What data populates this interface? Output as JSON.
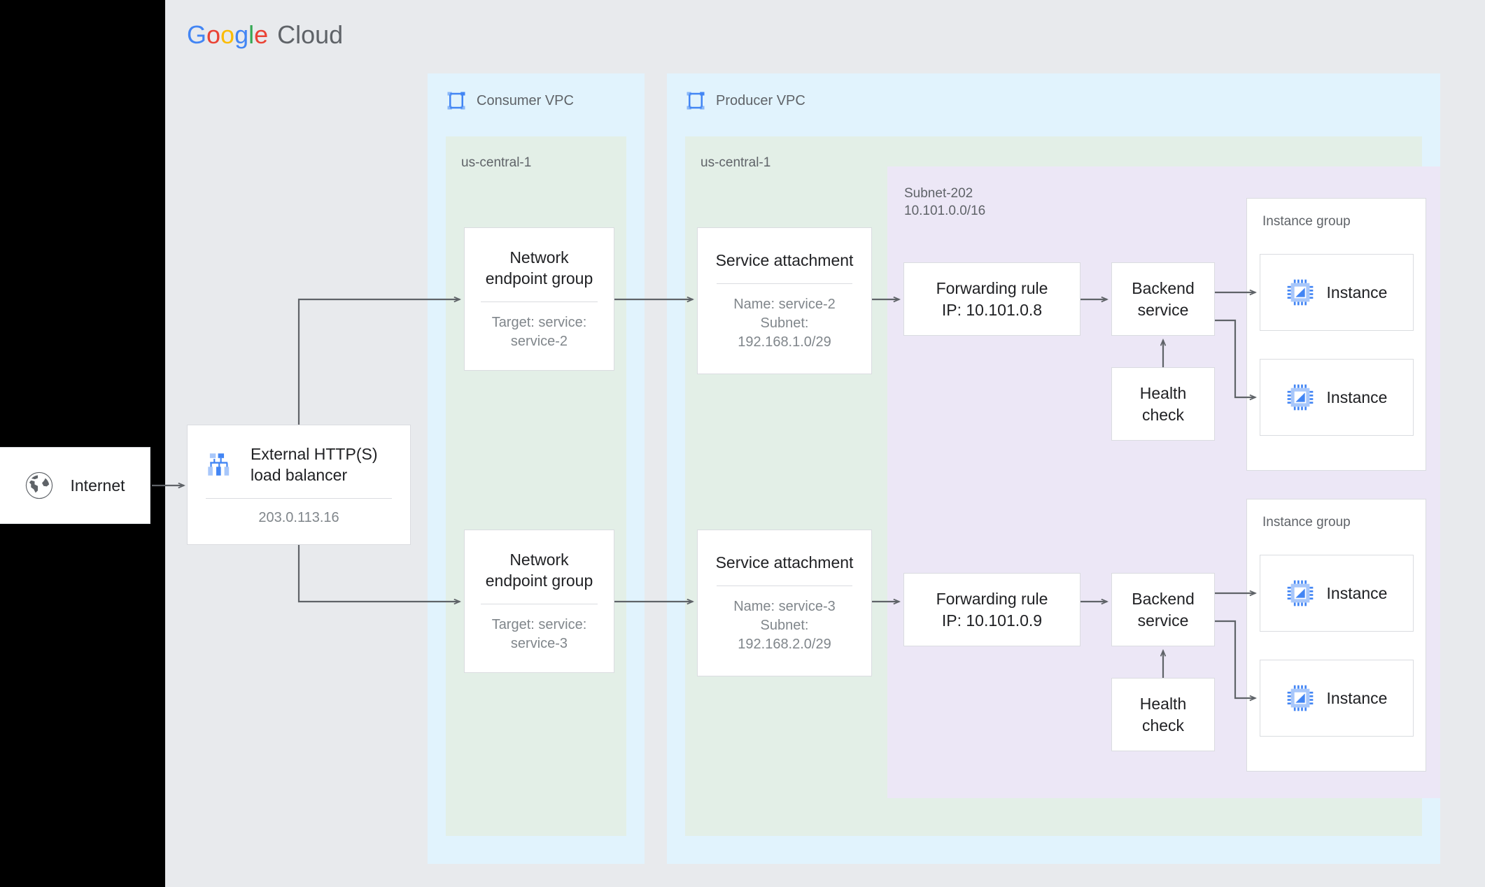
{
  "brand": {
    "logo_letters": [
      "G",
      "o",
      "o",
      "g",
      "l",
      "e"
    ],
    "logo_suffix": "Cloud",
    "colors": {
      "blue": "#4285f4",
      "red": "#ea4335",
      "yellow": "#fbbc05",
      "green": "#34a853",
      "gray_text": "#5f6368",
      "vpc_blue_bg": "#e1f3fd",
      "region_green_bg": "#e3efe7",
      "subnet_purple_bg": "#ece7f6",
      "canvas_bg": "#e8eaed",
      "icon_blue": "#4285f4",
      "arrow_gray": "#5f6368"
    }
  },
  "internet": {
    "label": "Internet",
    "icon": "globe-icon"
  },
  "load_balancer": {
    "title": "External HTTP(S) load balancer",
    "title_line1": "External HTTP(S)",
    "title_line2": "load balancer",
    "ip": "203.0.113.16",
    "icon": "load-balancer-icon"
  },
  "consumer_vpc": {
    "title": "Consumer VPC",
    "icon": "vpc-icon",
    "region": "us-central-1",
    "network_endpoint_groups": [
      {
        "title_line1": "Network",
        "title_line2": "endpoint group",
        "sub_line1": "Target: service:",
        "sub_line2": "service-2"
      },
      {
        "title_line1": "Network",
        "title_line2": "endpoint group",
        "sub_line1": "Target: service:",
        "sub_line2": "service-3"
      }
    ]
  },
  "producer_vpc": {
    "title": "Producer VPC",
    "icon": "vpc-icon",
    "region": "us-central-1",
    "service_attachments": [
      {
        "title": "Service attachment",
        "sub_line1": "Name: service-2",
        "sub_line2": "Subnet:",
        "sub_line3": "192.168.1.0/29"
      },
      {
        "title": "Service attachment",
        "sub_line1": "Name: service-3",
        "sub_line2": "Subnet:",
        "sub_line3": "192.168.2.0/29"
      }
    ],
    "subnet": {
      "name": "Subnet-202",
      "cidr": "10.101.0.0/16"
    },
    "backends": [
      {
        "forwarding_rule_line1": "Forwarding rule",
        "forwarding_rule_line2": "IP: 10.101.0.8",
        "backend_service_line1": "Backend",
        "backend_service_line2": "service",
        "health_check_line1": "Health",
        "health_check_line2": "check",
        "instance_group_label": "Instance group",
        "instances": [
          "Instance",
          "Instance"
        ]
      },
      {
        "forwarding_rule_line1": "Forwarding rule",
        "forwarding_rule_line2": "IP: 10.101.0.9",
        "backend_service_line1": "Backend",
        "backend_service_line2": "service",
        "health_check_line1": "Health",
        "health_check_line2": "check",
        "instance_group_label": "Instance group",
        "instances": [
          "Instance",
          "Instance"
        ]
      }
    ]
  }
}
